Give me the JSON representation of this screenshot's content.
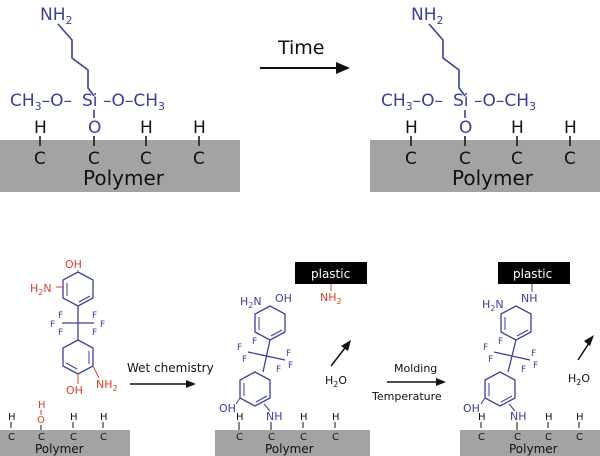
{
  "top": {
    "arrow_label": "Time",
    "amine": "NH",
    "amine_sub": "2",
    "methoxy_left": "CH",
    "methoxy_left_sub": "3",
    "methoxy_left_tail": "–O–",
    "silicon": "Si",
    "methoxy_right": "–O–CH",
    "methoxy_right_sub": "3",
    "oxygen": "O",
    "hydrogen": "H",
    "carbon": "C",
    "substrate": "Polymer"
  },
  "bottom": {
    "amine": "H",
    "amine_n": "N",
    "amine_sub": "2",
    "hydroxyl": "OH",
    "fluorine": "F",
    "hydrogen": "H",
    "oxygen": "O",
    "carbon": "C",
    "nh": "NH",
    "substrate": "Polymer",
    "step1_label": "Wet chemistry",
    "step2_label_1": "Molding",
    "step2_label_2": "Temperature",
    "plastic": "plastic",
    "water_h": "H",
    "water_sub": "2",
    "water_o": "O"
  },
  "colors": {
    "blue": "#3a3f9a",
    "red": "#d6402a",
    "substrate": "#a3a3a5",
    "plastic": "#000000"
  }
}
